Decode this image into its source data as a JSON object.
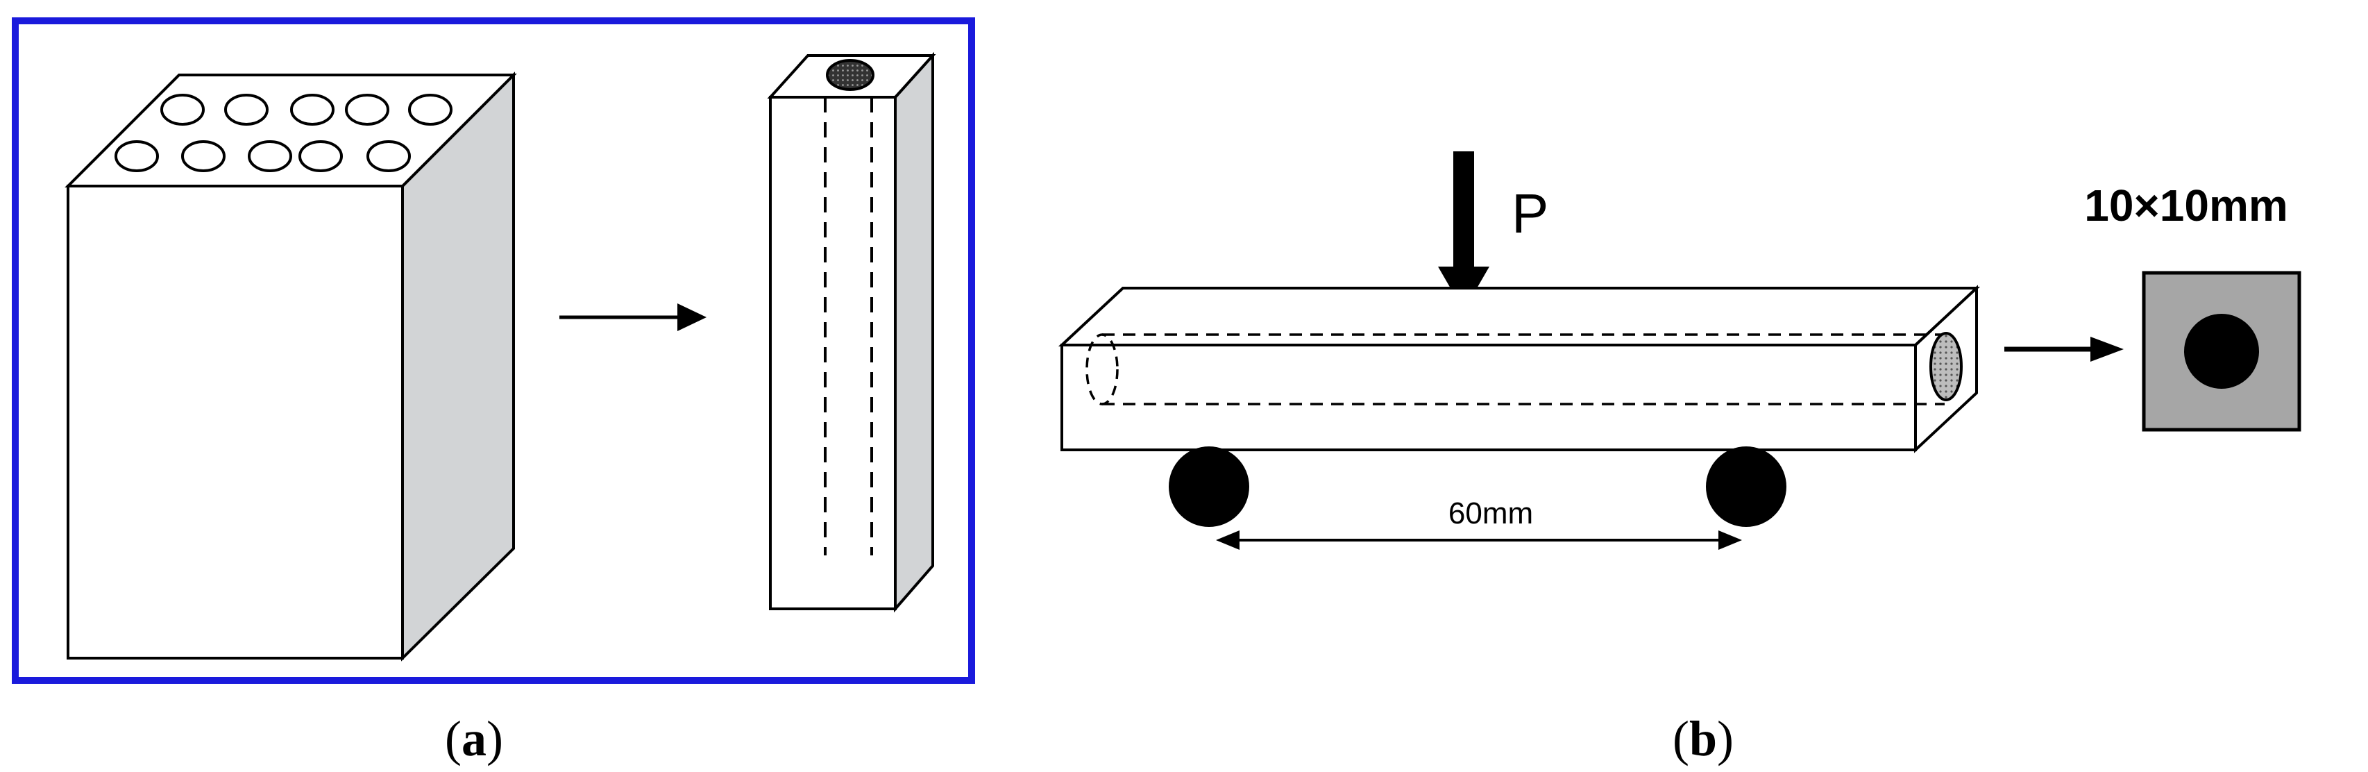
{
  "panel_a": {
    "caption_open": "(",
    "caption_letter": "a",
    "caption_close": ")",
    "frame_color": "#1a1adc"
  },
  "panel_b": {
    "caption_open": "(",
    "caption_letter": "b",
    "caption_close": ")",
    "load_label": "P",
    "span_label": "60mm",
    "section_label": "10×10mm"
  },
  "colors": {
    "stroke": "#000000",
    "side_face": "#d2d4d6",
    "section_fill": "#a6a6a6",
    "mesh_fill": "#bdbdbd"
  }
}
